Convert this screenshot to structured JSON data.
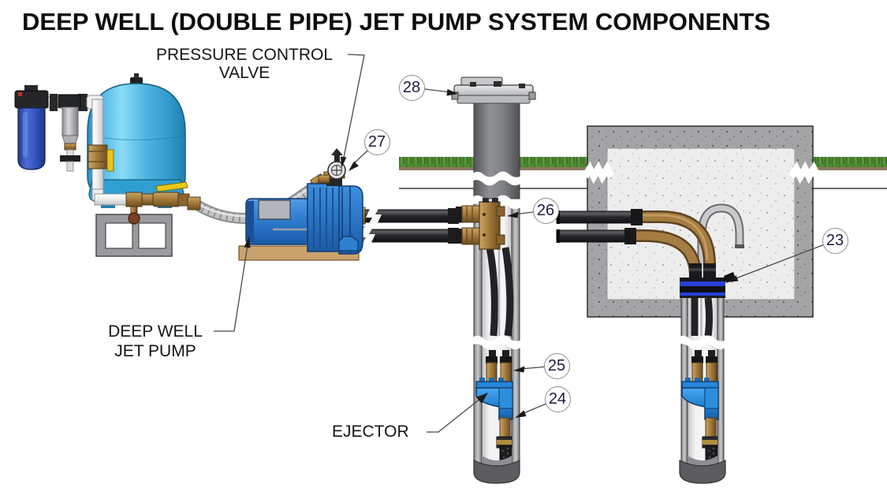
{
  "title": "DEEP WELL (DOUBLE PIPE) JET PUMP SYSTEM COMPONENTS",
  "labels": {
    "pressure_control_valve": {
      "line1": "PRESSURE CONTROL",
      "line2": "VALVE"
    },
    "deep_well_jet_pump": {
      "line1": "DEEP WELL",
      "line2": "JET PUMP"
    },
    "ejector": "EJECTOR"
  },
  "callouts": [
    {
      "number": "23",
      "points_to": "well-seal"
    },
    {
      "number": "24",
      "points_to": "ejector-tail-pipe"
    },
    {
      "number": "25",
      "points_to": "riser-pipe-adapters"
    },
    {
      "number": "26",
      "points_to": "double-pipe-well-adapter"
    },
    {
      "number": "27",
      "points_to": "pressure-control-valve"
    },
    {
      "number": "28",
      "points_to": "well-cap"
    }
  ],
  "scene": {
    "components": [
      "water-filter-housing",
      "inline-sediment-filter",
      "pressure-tank",
      "concrete-block-stand",
      "braided-hose",
      "pressure-control-valve",
      "deep-well-jet-pump",
      "double-pipe-run",
      "well-cap",
      "well-casing",
      "double-pipe-well-adapter",
      "riser-pipes",
      "ejector",
      "foot-valve-strainer",
      "concrete-well-pit",
      "vent-pipe",
      "well-seal",
      "second-well"
    ],
    "colors": {
      "tank_blue": "#53b9e6",
      "pump_blue": "#2a74c4",
      "ejector_blue": "#2585d8",
      "filter_blue": "#3355bc",
      "brass": "#a67c3c",
      "pipe_black": "#232327",
      "casing_gray": "#8f9196",
      "concrete_gray": "#a4a4a6",
      "grass_green": "#4f8a33",
      "wood_board": "#c9a26e",
      "callout_text": "#1b1b40"
    }
  }
}
